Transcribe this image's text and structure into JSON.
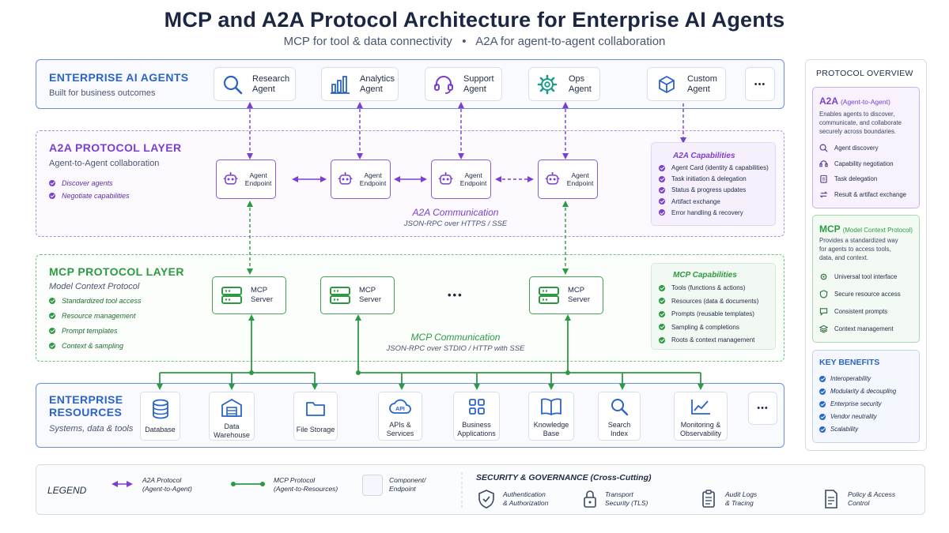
{
  "title": "MCP and A2A Protocol Architecture for Enterprise AI Agents",
  "subtitle": {
    "left": "MCP for tool & data connectivity",
    "sep": "•",
    "right": "A2A for agent-to-agent collaboration"
  },
  "colors": {
    "blue": "#2a64c9",
    "purple": "#7b3fcf",
    "green": "#2d9a43",
    "navy": "#1b2742"
  },
  "agents": {
    "title": "ENTERPRISE AI AGENTS",
    "subtitle": "Built for business outcomes",
    "items": [
      {
        "label": "Research Agent",
        "icon": "search-icon"
      },
      {
        "label": "Analytics Agent",
        "icon": "bar-chart-icon"
      },
      {
        "label": "Support Agent",
        "icon": "headset-icon"
      },
      {
        "label": "Ops Agent",
        "icon": "gear-icon"
      },
      {
        "label": "Custom Agent",
        "icon": "cube-icon"
      }
    ],
    "more": "•••"
  },
  "a2a": {
    "title": "A2A PROTOCOL LAYER",
    "subtitle": "Agent-to-Agent collaboration",
    "bullets": [
      "Discover agents",
      "Negotiate capabilities"
    ],
    "endpoint_label": "Agent Endpoint",
    "comm_title": "A2A Communication",
    "comm_sub": "JSON-RPC over HTTPS / SSE",
    "cap_title": "A2A Capabilities",
    "caps": [
      "Agent Card (identity & capabilities)",
      "Task initiation & delegation",
      "Status & progress updates",
      "Artifact exchange",
      "Error handling & recovery"
    ]
  },
  "mcp": {
    "title": "MCP PROTOCOL LAYER",
    "subtitle": "Model Context Protocol",
    "bullets": [
      "Standardized tool access",
      "Resource management",
      "Prompt templates",
      "Context & sampling"
    ],
    "server_label": "MCP Server",
    "more": "•••",
    "comm_title": "MCP Communication",
    "comm_sub": "JSON-RPC over STDIO / HTTP with SSE",
    "cap_title": "MCP Capabilities",
    "caps": [
      "Tools (functions & actions)",
      "Resources (data & documents)",
      "Prompts (reusable templates)",
      "Sampling & completions",
      "Roots & context management"
    ]
  },
  "resources": {
    "title_line1": "ENTERPRISE",
    "title_line2": "RESOURCES",
    "subtitle": "Systems, data & tools",
    "items": [
      {
        "label": "Database",
        "icon": "database-icon"
      },
      {
        "label": "Data Warehouse",
        "icon": "warehouse-icon"
      },
      {
        "label": "File Storage",
        "icon": "folder-icon"
      },
      {
        "label": "APIs & Services",
        "icon": "api-cloud-icon"
      },
      {
        "label": "Business Applications",
        "icon": "apps-grid-icon"
      },
      {
        "label": "Knowledge Base",
        "icon": "book-icon"
      },
      {
        "label": "Search Index",
        "icon": "search-icon"
      },
      {
        "label": "Monitoring & Observability",
        "icon": "line-chart-icon"
      }
    ],
    "more": "•••"
  },
  "legend": {
    "title": "LEGEND",
    "a2a_line1": "A2A Protocol",
    "a2a_line2": "(Agent-to-Agent)",
    "mcp_line1": "MCP Protocol",
    "mcp_line2": "(Agent-to-Resources)",
    "comp_line1": "Component/",
    "comp_line2": "Endpoint",
    "security_title": "SECURITY & GOVERNANCE (Cross-Cutting)",
    "security_items": [
      {
        "line1": "Authentication",
        "line2": "& Authorization",
        "icon": "shield-check-icon"
      },
      {
        "line1": "Transport",
        "line2": "Security (TLS)",
        "icon": "lock-icon"
      },
      {
        "line1": "Audit Logs",
        "line2": "& Tracing",
        "icon": "clipboard-icon"
      },
      {
        "line1": "Policy & Access",
        "line2": "Control",
        "icon": "document-icon"
      }
    ]
  },
  "sidebar": {
    "title": "PROTOCOL OVERVIEW",
    "a2a_name": "A2A",
    "a2a_full": "(Agent-to-Agent)",
    "a2a_desc": [
      "Enables agents to discover,",
      "communicate, and collaborate",
      "securely across boundaries."
    ],
    "a2a_items": [
      {
        "label": "Agent discovery",
        "icon": "search-icon"
      },
      {
        "label": "Capability negotiation",
        "icon": "headset-icon"
      },
      {
        "label": "Task delegation",
        "icon": "clipboard-icon"
      },
      {
        "label": "Result & artifact exchange",
        "icon": "exchange-icon"
      }
    ],
    "mcp_name": "MCP",
    "mcp_full": "(Model Context Protocol)",
    "mcp_desc": [
      "Provides a standardized way",
      "for agents to access tools,",
      "data, and context."
    ],
    "mcp_items": [
      {
        "label": "Universal tool interface",
        "icon": "gear-icon"
      },
      {
        "label": "Secure resource access",
        "icon": "shield-icon"
      },
      {
        "label": "Consistent prompts",
        "icon": "chat-icon"
      },
      {
        "label": "Context management",
        "icon": "layers-icon"
      }
    ],
    "benefits_title": "KEY BENEFITS",
    "benefits": [
      "Interoperability",
      "Modularity & decoupling",
      "Enterprise security",
      "Vendor neutrality",
      "Scalability"
    ]
  }
}
